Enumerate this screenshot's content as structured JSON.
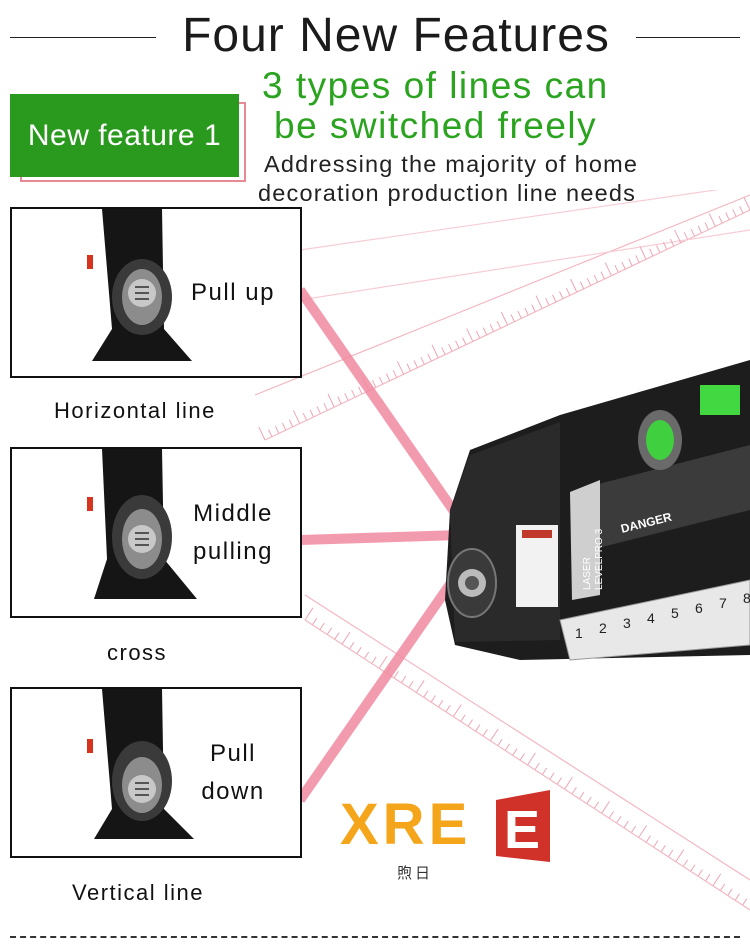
{
  "header": {
    "title": "Four New Features"
  },
  "feature": {
    "badge": "New feature 1",
    "headline_line1": "3 types of lines can",
    "headline_line2": "be switched freely",
    "sub_line1": "Addressing the majority of home",
    "sub_line2": "decoration production line needs"
  },
  "modes": [
    {
      "label_line1": "Pull up",
      "label_line2": "",
      "caption": "Horizontal line"
    },
    {
      "label_line1": "Middle",
      "label_line2": "pulling",
      "caption": "cross"
    },
    {
      "label_line1": "Pull",
      "label_line2": "down",
      "caption": "Vertical line"
    }
  ],
  "device": {
    "warning_title": "DANGER",
    "model_line1": "LASER",
    "model_line2": "LEVELPRO 3",
    "ruler_ticks": [
      "1",
      "2",
      "3",
      "4",
      "5",
      "6",
      "7",
      "8"
    ]
  },
  "brand": {
    "word": "XREE",
    "sub": "煦日"
  },
  "colors": {
    "accent_green": "#2a9a1e",
    "laser_pink": "#f28aa0",
    "brand_orange": "#f5a51a",
    "brand_red": "#d0322a"
  }
}
